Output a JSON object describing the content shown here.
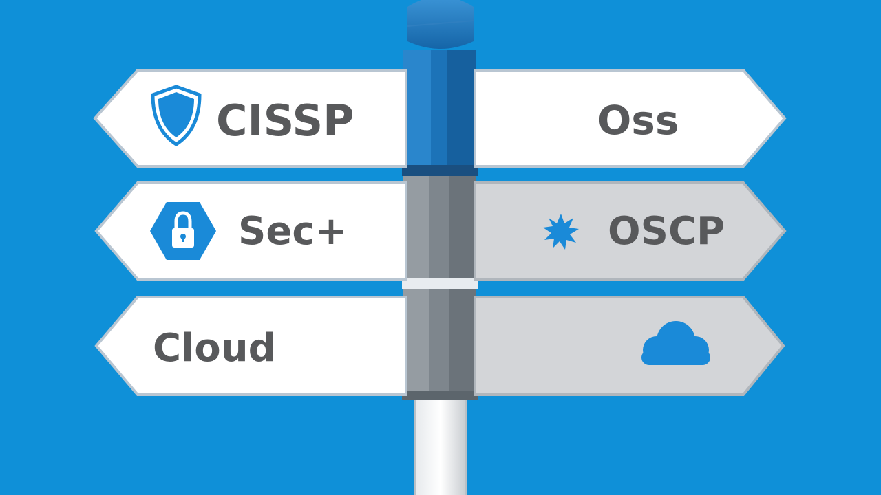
{
  "colors": {
    "background": "#0f90d8",
    "sign_white": "#ffffff",
    "sign_gray": "#d3d5d8",
    "text": "#58595b",
    "icon_blue": "#1a8ad8",
    "post_blue": "#1c73b8",
    "post_gray": "#7e868d"
  },
  "signs": {
    "cissp": {
      "label": "CISSP",
      "icon": "shield-icon"
    },
    "oss": {
      "label": "Oss"
    },
    "secplus": {
      "label": "Sec+",
      "icon": "padlock-hexagon-icon"
    },
    "oscp": {
      "label": "OSCP",
      "icon": "starburst-icon"
    },
    "cloud": {
      "label": "Cloud"
    },
    "cloud_right": {
      "icon": "cloud-icon"
    }
  }
}
